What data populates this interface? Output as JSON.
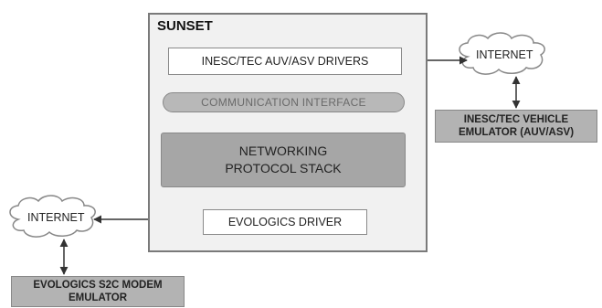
{
  "diagram": {
    "title": "SUNSET",
    "drivers_label": "INESC/TEC AUV/ASV DRIVERS",
    "comm_label": "COMMUNICATION INTERFACE",
    "stack_lines": [
      "NETWORKING",
      "PROTOCOL STACK"
    ],
    "evologics_driver_label": "EVOLOGICS DRIVER",
    "internet_right_label": "INTERNET",
    "internet_left_label": "INTERNET",
    "vehicle_emulator_lines": [
      "INESC/TEC VEHICLE",
      "EMULATOR (AUV/ASV)"
    ],
    "modem_emulator_lines": [
      "EVOLOGICS S2C MODEM",
      "EMULATOR"
    ]
  },
  "colors": {
    "outer_fill": "#f1f1f1",
    "module_fill": "#a6a6a6",
    "emulator_fill": "#b3b3b3",
    "border": "#7a7a7a"
  }
}
